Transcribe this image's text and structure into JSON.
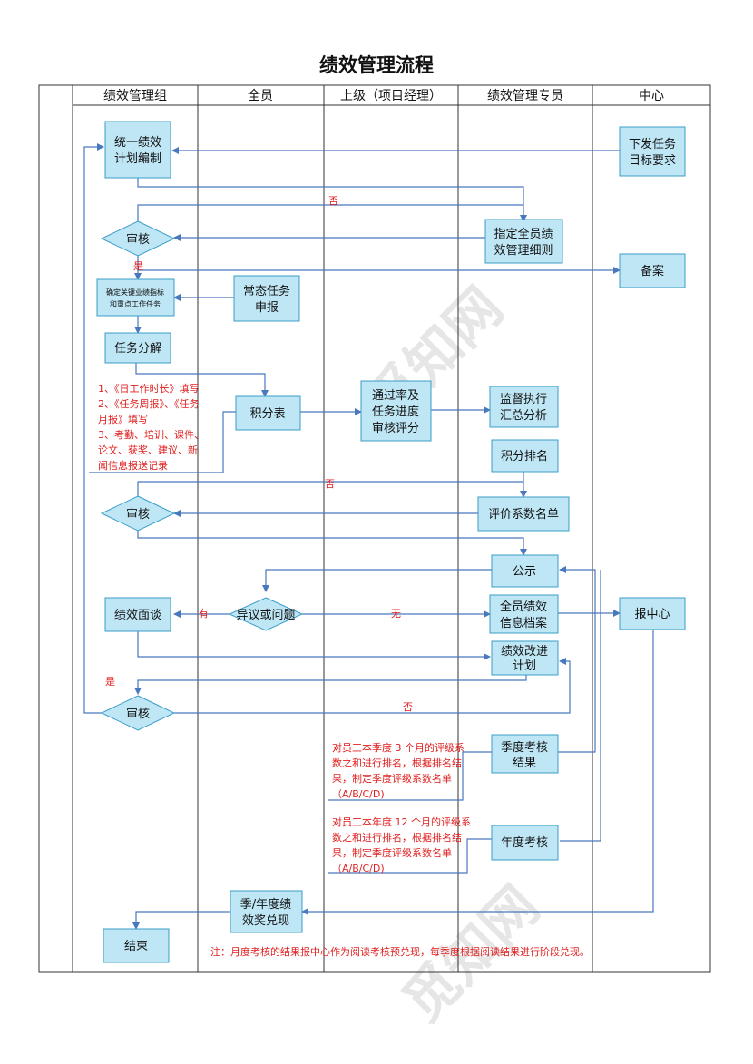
{
  "title": "绩效管理流程",
  "lanes": [
    "绩效管理组",
    "全员",
    "上级（项目经理）",
    "绩效管理专员",
    "中心"
  ],
  "nodes": {
    "plan": [
      "统一绩效",
      "计划编制"
    ],
    "dispatch": [
      "下发任务",
      "目标要求"
    ],
    "review1": "审核",
    "specify": [
      "指定全员绩",
      "效管理细则"
    ],
    "archive": "备案",
    "kpi": [
      "确定关键业绩指标",
      "和重点工作任务"
    ],
    "routine": [
      "常态任务",
      "申报"
    ],
    "decompose": "任务分解",
    "score": "积分表",
    "pass": [
      "通过率及",
      "任务进度",
      "审核评分"
    ],
    "supervise": [
      "监督执行",
      "汇总分析"
    ],
    "rank": "积分排名",
    "review2": "审核",
    "coef": "评价系数名单",
    "publicize": "公示",
    "interview": "绩效面谈",
    "objection": "异议或问题",
    "fileall": [
      "全员绩效",
      "信息档案"
    ],
    "report": "报中心",
    "improve": [
      "绩效改进",
      "计划"
    ],
    "review3": "审核",
    "quarter": [
      "季度考核",
      "结果"
    ],
    "year": "年度考核",
    "reward": [
      "季/年度绩",
      "效奖兑现"
    ],
    "end": "结束"
  },
  "labels": {
    "no": "否",
    "yes": "是",
    "have": "有",
    "none": "无"
  },
  "notes": {
    "fill": [
      "1、《日工作时长》填写",
      "2、《任务周报》、《任务",
      "月报》填写",
      "3、考勤、培训、课件、",
      "论文、获奖、建议、新",
      "闻信息报送记录"
    ],
    "quarter": [
      "对员工本季度 3 个月的评级系",
      "数之和进行排名，根据排名结",
      "果，制定季度评级系数名单",
      "（A/B/C/D)"
    ],
    "year": [
      "对员工本年度 12 个月的评级系",
      "数之和进行排名，根据排名结",
      "果，制定季度评级系数名单",
      "（A/B/C/D)"
    ],
    "footer": "注：月度考核的结果报中心作为阅读考核预兑现，每季度根据阅读结果进行阶段兑现。"
  },
  "watermark": "觅知网",
  "colors": {
    "box_fill": "#bfe6f5",
    "box_stroke": "#3a9ec9",
    "arrow": "#4a78bf",
    "red": "#e02020"
  }
}
